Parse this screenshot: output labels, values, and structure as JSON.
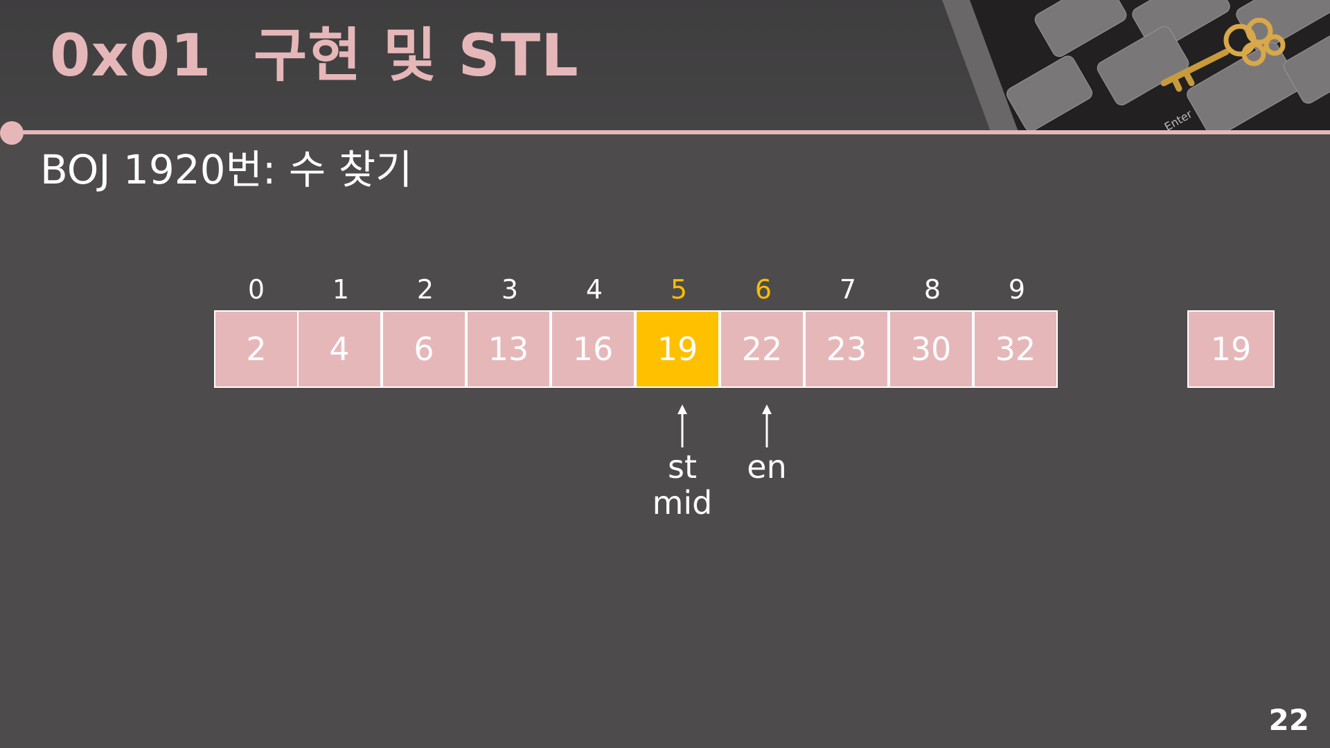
{
  "slide": {
    "title": "0x01  구현 및 STL",
    "subtitle": "BOJ 1920번: 수 찾기",
    "page_number": "22",
    "accent_color": "#e6b7b9",
    "highlight_color": "#ffc000"
  },
  "array": {
    "indices": [
      "0",
      "1",
      "2",
      "3",
      "4",
      "5",
      "6",
      "7",
      "8",
      "9"
    ],
    "values": [
      "2",
      "4",
      "6",
      "13",
      "16",
      "19",
      "22",
      "23",
      "30",
      "32"
    ],
    "highlighted_index": 5,
    "highlighted_index_labels": [
      5,
      6
    ]
  },
  "target": {
    "value": "19"
  },
  "pointers": {
    "st_label": "st",
    "mid_label": "mid",
    "en_label": "en"
  },
  "decoration": {
    "header_image": "keyboard-with-golden-key",
    "key_label": "Enter"
  }
}
